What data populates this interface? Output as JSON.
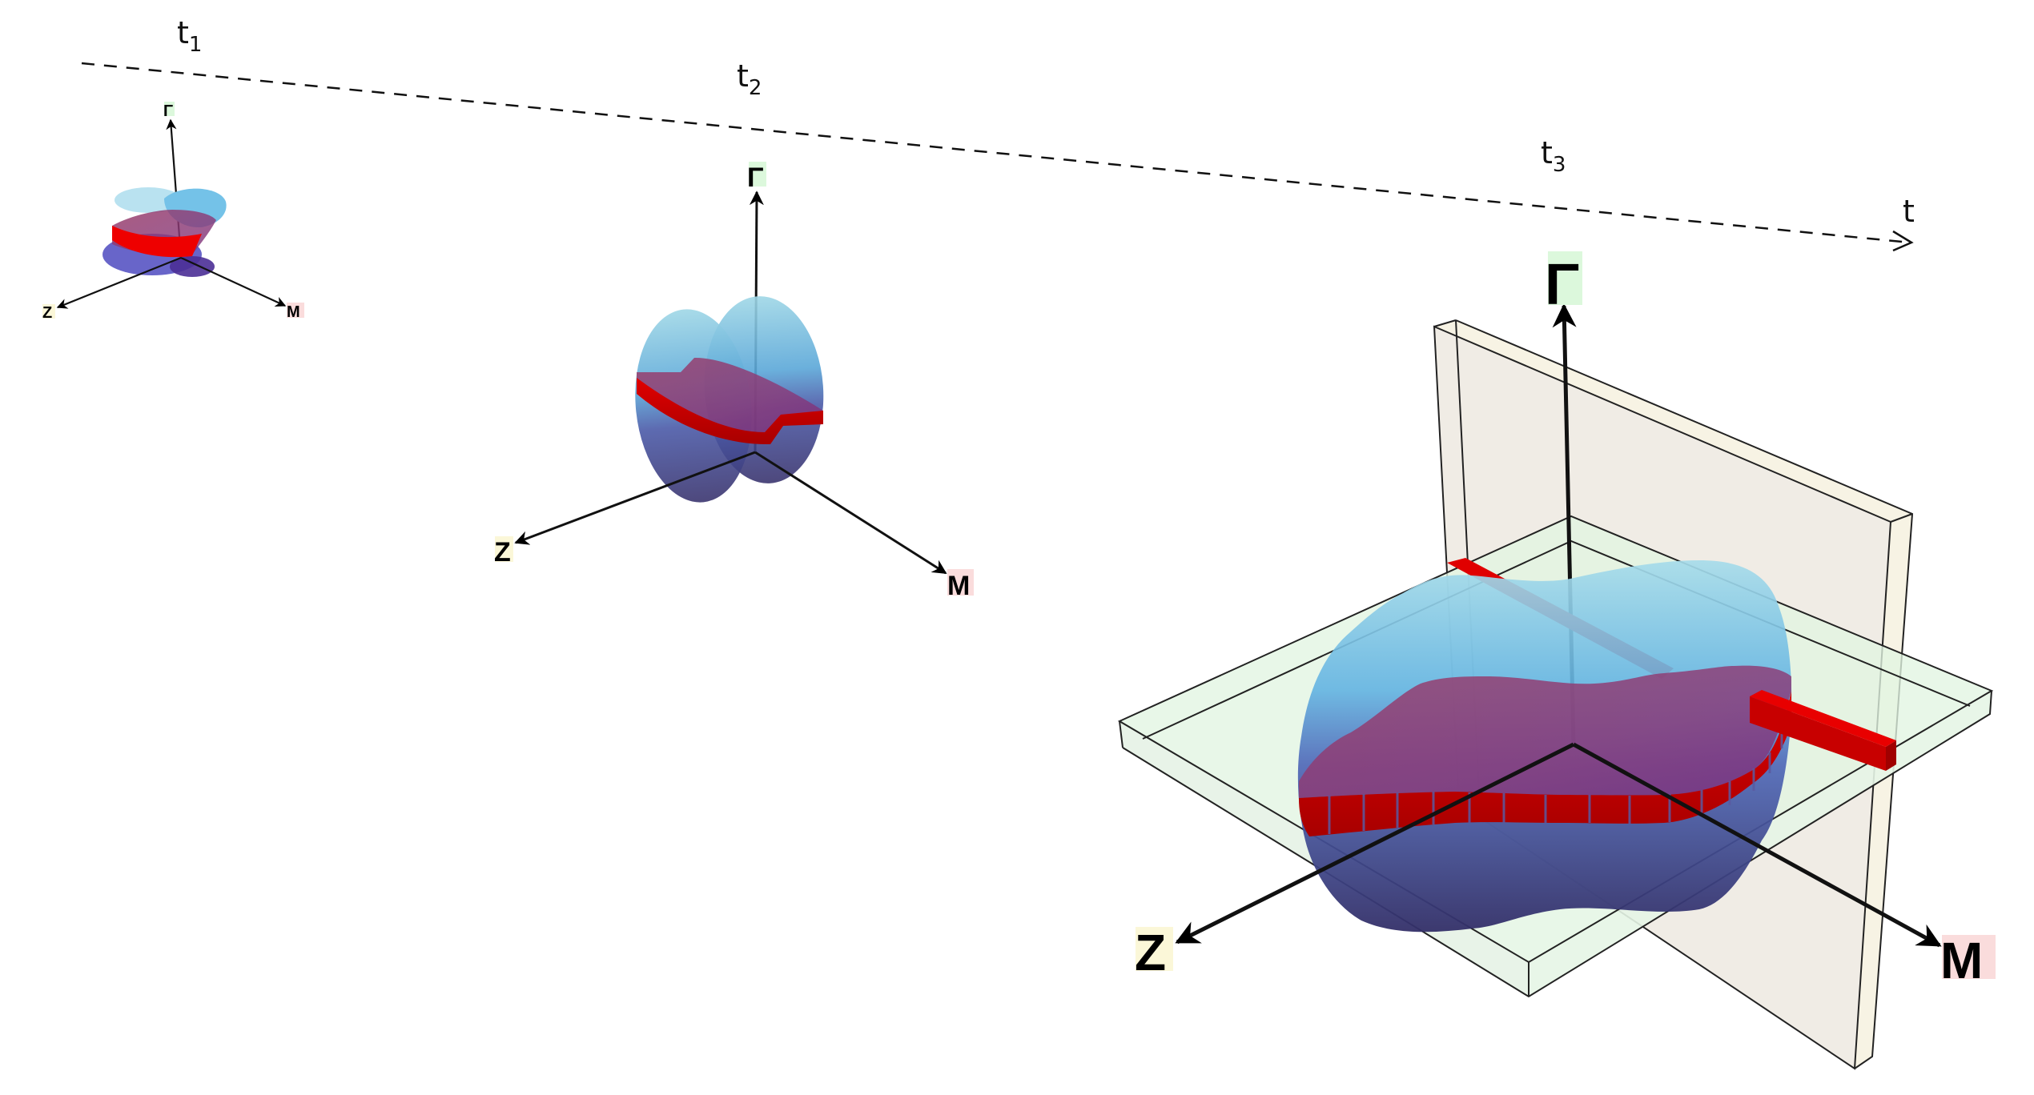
{
  "figure": {
    "type": "3D time-evolution diagram",
    "timeline": {
      "axis_label": "t",
      "markers": [
        {
          "base": "t",
          "sub": "1"
        },
        {
          "base": "t",
          "sub": "2"
        },
        {
          "base": "t",
          "sub": "3"
        }
      ],
      "line_style": "dashed",
      "arrow": "open"
    },
    "snapshots": [
      {
        "time": "t1",
        "axes": {
          "up": "Γ",
          "left": "Z",
          "right": "M"
        },
        "size": "small"
      },
      {
        "time": "t2",
        "axes": {
          "up": "Γ",
          "left": "Z",
          "right": "M"
        },
        "size": "medium"
      },
      {
        "time": "t3",
        "axes": {
          "up": "Γ",
          "left": "Z",
          "right": "M"
        },
        "size": "large",
        "planes": [
          "horizontal Z–M plane",
          "vertical Γ–M plane"
        ]
      }
    ],
    "colors": {
      "gamma_label_bg": "#dcf8dc",
      "z_label_bg": "#fbf7d8",
      "m_label_bg": "#fadcdc",
      "body_top": "#8ed3e8",
      "body_mid": "#5da9df",
      "body_bottom": "#3b3a7a",
      "red_band": "#d00000",
      "red_surface": "#8c3b6e",
      "horizontal_plane": "#e2f5e2",
      "vertical_plane": "#efebe4",
      "plane_edge": "#f7f3e4"
    }
  }
}
